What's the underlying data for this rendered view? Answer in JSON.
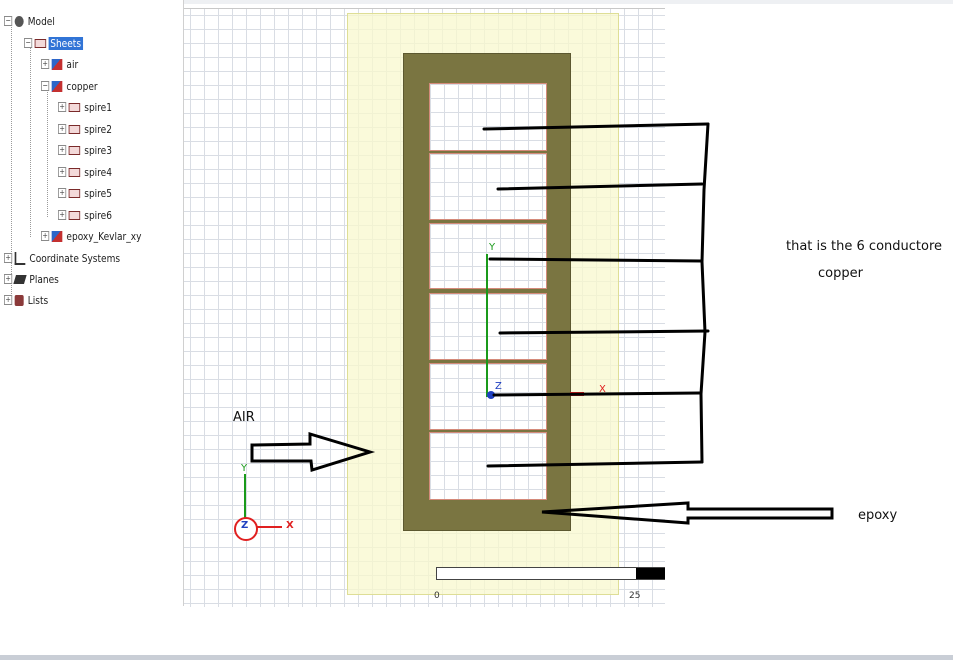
{
  "tree": {
    "model": "Model",
    "sheets": "Sheets",
    "air": "air",
    "copper": "copper",
    "spires": [
      "spire1",
      "spire2",
      "spire3",
      "spire4",
      "spire5",
      "spire6"
    ],
    "epoxy": "epoxy_Kevlar_xy",
    "coordinate_systems": "Coordinate Systems",
    "planes": "Planes",
    "lists": "Lists"
  },
  "viewport": {
    "axis_y": "Y",
    "axis_z": "Z",
    "axis_x": "X",
    "triad_y": "Y",
    "triad_z": "Z",
    "triad_x": "X",
    "scale_start": "0",
    "scale_end": "25"
  },
  "annotations": {
    "air": "AIR",
    "conductors_line1": "that is the 6 conductore",
    "conductors_line2": "copper",
    "epoxy": "epoxy"
  },
  "colors": {
    "epoxy_fill": "#7a7541",
    "air_fill": "#f8f8cd",
    "selection": "#3174d6",
    "axis_x": "#e02020",
    "axis_y": "#1a9a1a",
    "axis_z": "#2040c0"
  }
}
